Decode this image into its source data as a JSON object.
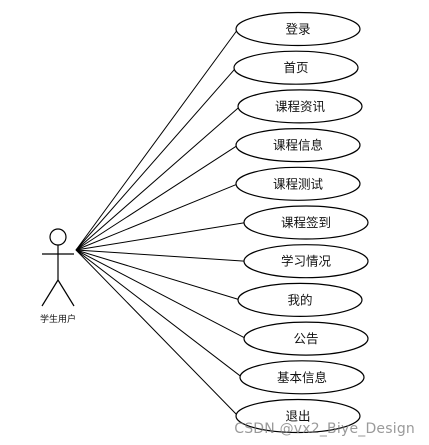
{
  "actor": {
    "label": "学生用户"
  },
  "use_cases": [
    {
      "id": "login",
      "label": "登录"
    },
    {
      "id": "home",
      "label": "首页"
    },
    {
      "id": "course-news",
      "label": "课程资讯"
    },
    {
      "id": "course-info",
      "label": "课程信息"
    },
    {
      "id": "course-test",
      "label": "课程测试"
    },
    {
      "id": "course-checkin",
      "label": "课程签到"
    },
    {
      "id": "study-status",
      "label": "学习情况"
    },
    {
      "id": "mine",
      "label": "我的"
    },
    {
      "id": "notice",
      "label": "公告"
    },
    {
      "id": "basic-info",
      "label": "基本信息"
    },
    {
      "id": "logout",
      "label": "退出"
    }
  ],
  "watermark": "CSDN @vx2_Biye_Design",
  "colors": {
    "stroke": "#000000",
    "fill": "#ffffff",
    "text": "#111111"
  }
}
